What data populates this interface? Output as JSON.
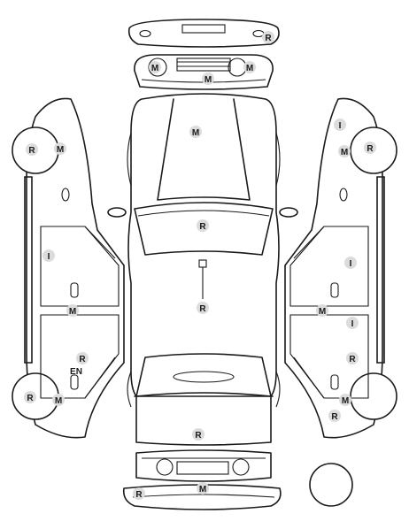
{
  "markers": [
    {
      "id": "rear-bumper-r",
      "label": "R",
      "colors": "badge"
    },
    {
      "id": "rear-light-left-m",
      "label": "M"
    },
    {
      "id": "rear-light-right-m",
      "label": "M"
    },
    {
      "id": "rear-center-m",
      "label": "M"
    },
    {
      "id": "left-rear-wheel-r",
      "label": "R"
    },
    {
      "id": "left-rear-wheel-m",
      "label": "M"
    },
    {
      "id": "left-rear-door-i",
      "label": "I"
    },
    {
      "id": "left-sill-m",
      "label": "M"
    },
    {
      "id": "left-front-door-r",
      "label": "R"
    },
    {
      "id": "left-front-wheel-r",
      "label": "R"
    },
    {
      "id": "left-front-wheel-m",
      "label": "M"
    },
    {
      "id": "trunk-m",
      "label": "M"
    },
    {
      "id": "roof-r",
      "label": "R"
    },
    {
      "id": "roof-center-r",
      "label": "R"
    },
    {
      "id": "hood-r",
      "label": "R"
    },
    {
      "id": "right-rear-i",
      "label": "I"
    },
    {
      "id": "right-rear-wheel-m",
      "label": "M"
    },
    {
      "id": "right-rear-wheel-r",
      "label": "R"
    },
    {
      "id": "right-rear-door-i",
      "label": "I"
    },
    {
      "id": "right-sill-m",
      "label": "M"
    },
    {
      "id": "right-front-door-i",
      "label": "I"
    },
    {
      "id": "right-front-door-r",
      "label": "R"
    },
    {
      "id": "right-front-wheel-m",
      "label": "M"
    },
    {
      "id": "right-front-wheel-r",
      "label": "R"
    },
    {
      "id": "front-bumper-r",
      "label": "R"
    },
    {
      "id": "front-center-m",
      "label": "M"
    }
  ],
  "en_label": "EN",
  "colors": {
    "badge": "#dcdcdc",
    "line": "#1a1a1a",
    "background": "#ffffff"
  }
}
